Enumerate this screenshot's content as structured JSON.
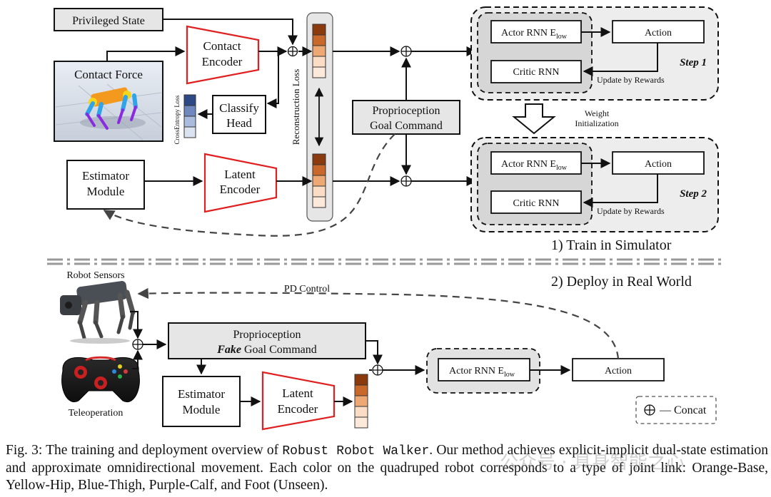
{
  "inputs": {
    "privileged_state": "Privileged State",
    "contact_force": "Contact Force",
    "contact_encoder": [
      "Contact",
      "Encoder"
    ],
    "classify_head": [
      "Classify",
      "Head"
    ],
    "crossentropy_loss": "CrossEntropy Loss",
    "reconstruction_loss": "Reconstruction Loss",
    "estimator_module": [
      "Estimator",
      "Module"
    ],
    "latent_encoder": [
      "Latent",
      "Encoder"
    ],
    "proprio_goal": [
      "Proprioception",
      "Goal Command"
    ]
  },
  "steps": [
    {
      "actor_prefix": "Actor RNN E",
      "actor_sub": "low",
      "action": "Action",
      "critic": "Critic RNN",
      "update": "Update by Rewards",
      "step_label": "Step 1"
    },
    {
      "actor_prefix": "Actor RNN E",
      "actor_sub": "low",
      "action": "Action",
      "critic": "Critic RNN",
      "update": "Update by Rewards",
      "step_label": "Step 2"
    }
  ],
  "weight_init": [
    "Weight",
    "Initialization"
  ],
  "section_train": "1) Train in Simulator",
  "section_deploy": "2) Deploy in Real World",
  "deploy": {
    "robot_sensors": "Robot Sensors",
    "teleoperation": "Teleoperation",
    "pd_control": "PD Control",
    "proprioception": "Proprioception",
    "fake": "Fake",
    "goal_command": " Goal Command",
    "estimator_module": [
      "Estimator",
      "Module"
    ],
    "latent_encoder": [
      "Latent",
      "Encoder"
    ],
    "actor_prefix": "Actor RNN E",
    "actor_sub": "low",
    "action": "Action"
  },
  "legend": {
    "concat": "— Concat"
  },
  "watermark": "公众号 · 具身智能之心",
  "caption": {
    "prefix": "Fig. 3: The training and deployment overview of ",
    "method": "Robust Robot Walker",
    "suffix": ". Our method achieves explicit-implicit dual-state estimation and approximate omnidirectional movement. Each color on the quadruped robot corresponds to a type of joint link: Orange-Base, Yellow-Hip, Blue-Thigh, Purple-Calf, and Foot (Unseen)."
  },
  "colors": {
    "latent_dark": "#8b3a0e",
    "latent_mid": "#c8682a",
    "latent_light": "#eea874",
    "latent_pale": "#fbdcc4",
    "classify_dark": "#2e4a86",
    "classify_mid": "#6f89bf",
    "classify_light": "#a9bcdd",
    "classify_pale": "#dbe3f1",
    "encoder_border": "#e02020",
    "panel_gray": "#e6e6e6"
  }
}
